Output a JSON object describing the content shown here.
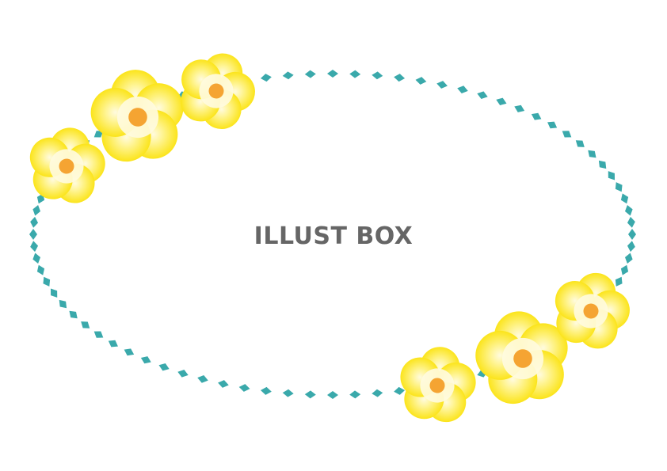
{
  "watermark": {
    "text": "ILLUST BOX",
    "color": "#666666"
  },
  "colors": {
    "beads": "#3aa9ab",
    "petal_light": "#fffbe0",
    "petal_dark": "#fbe41a",
    "flower_center": "#f5a432"
  },
  "decoration": {
    "frame_shape": "dotted-oval",
    "flower_icon": "yellow-flower-icon",
    "flower_count": 6
  }
}
